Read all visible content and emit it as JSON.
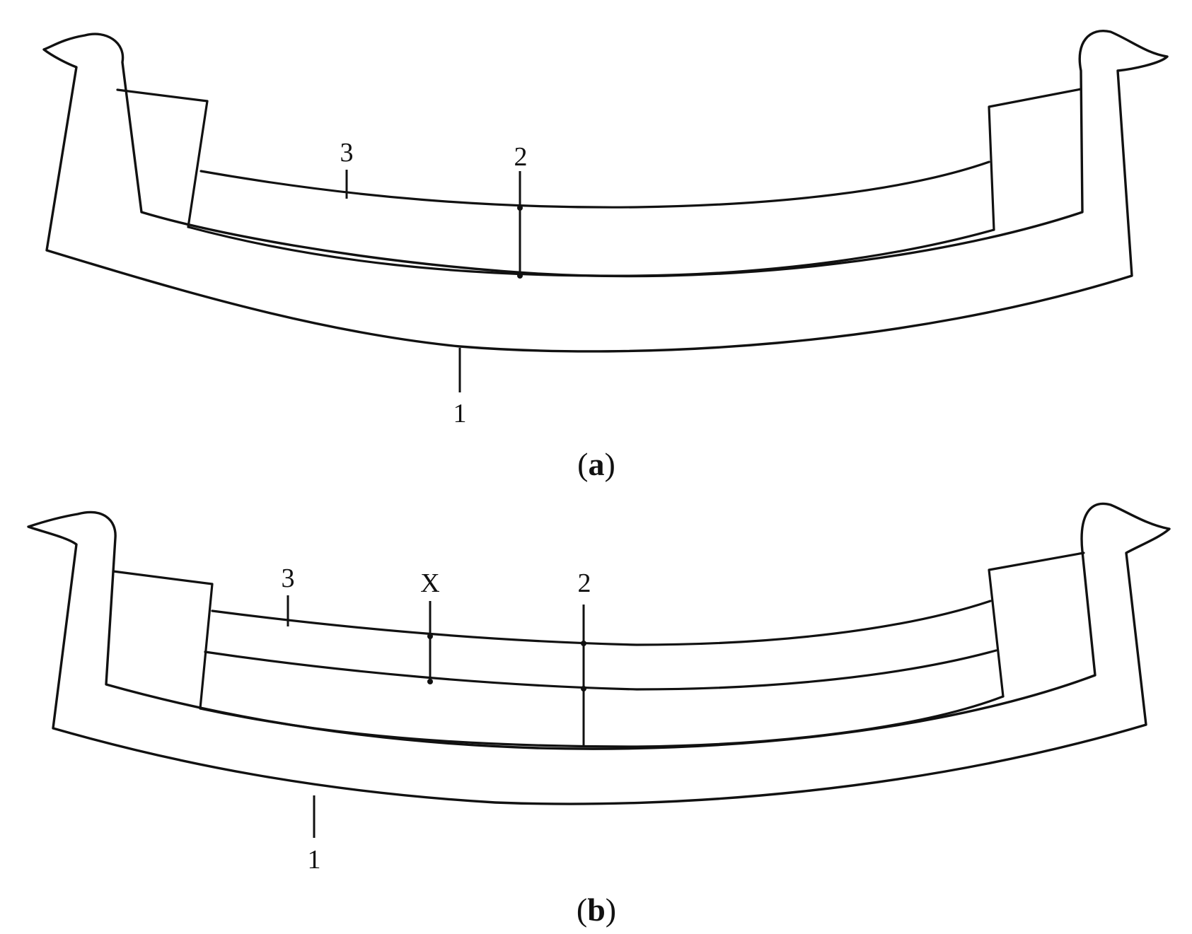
{
  "panels": [
    {
      "id": "a",
      "caption_open": "(",
      "caption_letter": "a",
      "caption_close": ")",
      "labels": {
        "one": "1",
        "two": "2",
        "three": "3"
      }
    },
    {
      "id": "b",
      "caption_open": "(",
      "caption_letter": "b",
      "caption_close": ")",
      "labels": {
        "one": "1",
        "two": "2",
        "three": "3",
        "x": "X"
      }
    }
  ],
  "colors": {
    "ink": "#111111",
    "background": "#ffffff"
  }
}
